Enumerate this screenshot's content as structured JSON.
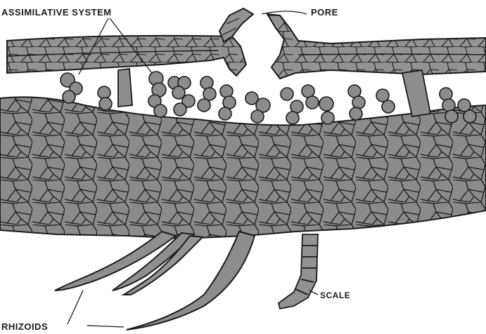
{
  "labels": {
    "assimilative": "ASSIMILATIVE SYSTEM",
    "pore": "PORE",
    "scale": "SCALE",
    "rhizoids": "RHIZOIDS"
  },
  "colors": {
    "cell_fill": "#8a8a8a",
    "cell_fill_light": "#9b9b9b",
    "outline": "#1a1a1a",
    "background": "#ffffff"
  }
}
